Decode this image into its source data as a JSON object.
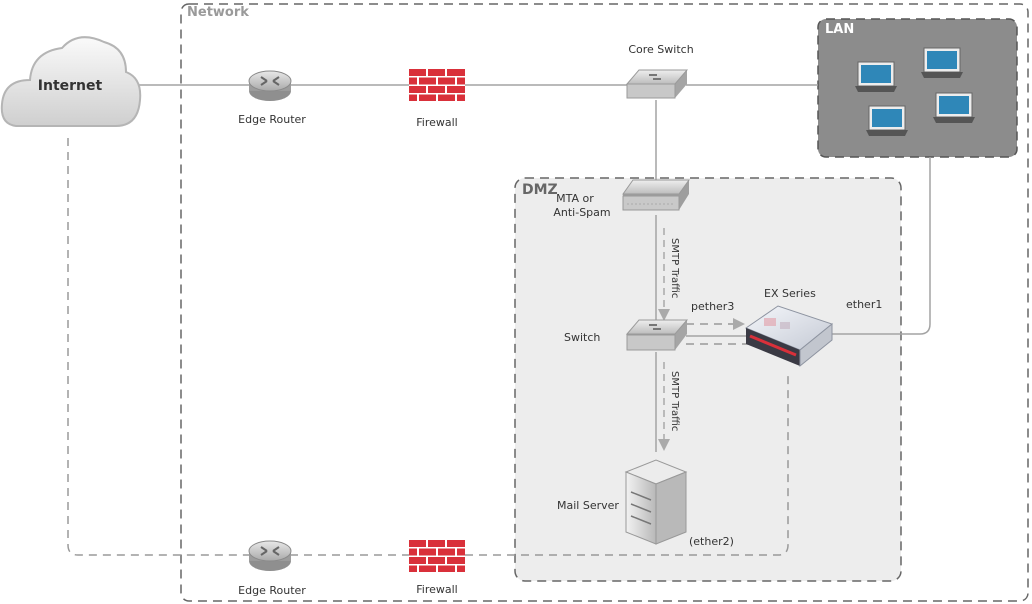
{
  "zones": {
    "network": "Network",
    "dmz": "DMZ",
    "lan": "LAN"
  },
  "nodes": {
    "internet": "Internet",
    "edge_router_top": "Edge Router",
    "firewall_top": "Firewall",
    "core_switch": "Core Switch",
    "mta_line1": "MTA or",
    "mta_line2": "Anti-Spam",
    "switch": "Switch",
    "ex_series": "EX Series",
    "mail_server": "Mail Server",
    "edge_router_bottom": "Edge Router",
    "firewall_bottom": "Firewall"
  },
  "ports": {
    "pether3": "pether3",
    "ether1": "ether1",
    "ether2": "(ether2)"
  },
  "links": {
    "smtp_upper": "SMTP Traffic",
    "smtp_lower": "SMTP Traffic"
  },
  "colors": {
    "firewall_red": "#d9303a",
    "lan_fill": "#8c8c8c",
    "dmz_fill": "#ededed",
    "laptop_screen": "#2f87b8",
    "line_gray": "#999999"
  },
  "icons": {
    "internet": "cloud-icon",
    "router": "router-icon",
    "firewall": "firewall-brick-icon",
    "switch": "switch-icon",
    "appliance": "ex-series-appliance-icon",
    "server": "tower-server-icon",
    "laptop": "laptop-icon"
  }
}
